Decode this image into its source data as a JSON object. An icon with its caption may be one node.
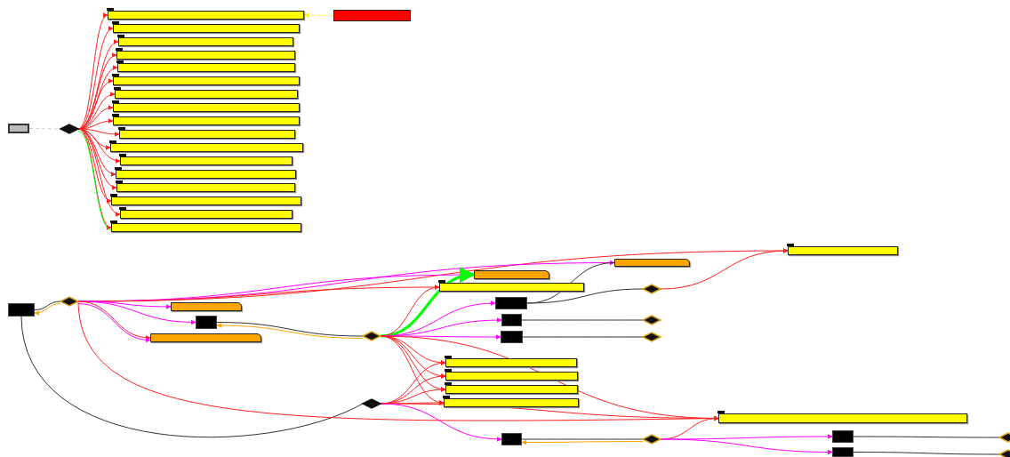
{
  "diagram": {
    "nodes": [
      {
        "text": [],
        "shape": "box"
      },
      {
        "text": [],
        "shape": "diamond"
      },
      {
        "text": [],
        "shape": "box"
      },
      {
        "text": [],
        "shape": "box"
      },
      {
        "text": [],
        "shape": "box"
      },
      {
        "text": [],
        "shape": "box"
      },
      {
        "text": [],
        "shape": "box"
      },
      {
        "text": [],
        "shape": "box"
      },
      {
        "text": [],
        "shape": "box"
      },
      {
        "text": [],
        "shape": "box"
      },
      {
        "text": [],
        "shape": "box"
      },
      {
        "text": [],
        "shape": "box"
      },
      {
        "text": [],
        "shape": "box"
      },
      {
        "text": [],
        "shape": "box"
      },
      {
        "text": [],
        "shape": "box"
      },
      {
        "text": [],
        "shape": "box"
      },
      {
        "text": [],
        "shape": "box"
      },
      {
        "text": [],
        "shape": "box"
      },
      {
        "text": [],
        "shape": "box"
      },
      {
        "text": [],
        "shape": "box"
      },
      {
        "text": [],
        "shape": "box"
      },
      {
        "text": [],
        "shape": "diamond"
      },
      {
        "text": [],
        "shape": "box"
      },
      {
        "text": [],
        "shape": "box"
      },
      {
        "text": [],
        "shape": "box"
      },
      {
        "text": [],
        "shape": "diamond"
      },
      {
        "text": [],
        "shape": "box"
      },
      {
        "text": [],
        "shape": "box"
      },
      {
        "text": [],
        "shape": "box"
      },
      {
        "text": [],
        "shape": "box"
      },
      {
        "text": [],
        "shape": "box"
      },
      {
        "text": [],
        "shape": "box"
      },
      {
        "text": [],
        "shape": "box"
      },
      {
        "text": [],
        "shape": "diamond"
      },
      {
        "text": [],
        "shape": "diamond"
      },
      {
        "text": [],
        "shape": "diamond"
      },
      {
        "text": [],
        "shape": "box"
      },
      {
        "text": [],
        "shape": "box"
      },
      {
        "text": [],
        "shape": "box"
      },
      {
        "text": [],
        "shape": "box"
      },
      {
        "text": [],
        "shape": "diamond"
      },
      {
        "text": [],
        "shape": "box"
      },
      {
        "text": [],
        "shape": "box"
      },
      {
        "text": [],
        "shape": "diamond"
      },
      {
        "text": [],
        "shape": "box"
      },
      {
        "text": [],
        "shape": "box"
      },
      {
        "text": [],
        "shape": "diamond"
      },
      {
        "text": [],
        "shape": "diamond"
      }
    ],
    "edges": [
      {
        "from": 0,
        "to": 1,
        "arrow": "none",
        "style": "dashed",
        "color": "#cccccc"
      },
      {
        "from": 1,
        "to": 2,
        "arrow": "to"
      },
      {
        "from": 1,
        "to": 3,
        "arrow": "to"
      },
      {
        "from": 1,
        "to": 4,
        "arrow": "to"
      },
      {
        "from": 1,
        "to": 5,
        "arrow": "to"
      },
      {
        "from": 1,
        "to": 6,
        "arrow": "to"
      },
      {
        "from": 1,
        "to": 7,
        "arrow": "to"
      },
      {
        "from": 1,
        "to": 8,
        "arrow": "to"
      },
      {
        "from": 1,
        "to": 9,
        "arrow": "to"
      },
      {
        "from": 1,
        "to": 10,
        "arrow": "to"
      },
      {
        "from": 1,
        "to": 11,
        "arrow": "to"
      },
      {
        "from": 1,
        "to": 12,
        "arrow": "to"
      },
      {
        "from": 1,
        "to": 13,
        "arrow": "to"
      },
      {
        "from": 1,
        "to": 14,
        "arrow": "to"
      },
      {
        "from": 1,
        "to": 15,
        "arrow": "to"
      },
      {
        "from": 1,
        "to": 16,
        "arrow": "to"
      },
      {
        "from": 1,
        "to": 17,
        "arrow": "to"
      },
      {
        "from": 1,
        "to": 18,
        "arrow": "to"
      },
      {
        "from": 1,
        "to": 18,
        "arrow": "none",
        "color": "#00ff00"
      },
      {
        "from": 19,
        "to": 2,
        "arrow": "to",
        "style": "dashed",
        "color": "#ffff00"
      },
      {
        "from": 20,
        "to": 21,
        "arrow": "none",
        "color": "#333333"
      },
      {
        "from": 21,
        "to": 20,
        "arrow": "to",
        "color": "#ffa500"
      },
      {
        "from": 20,
        "to": 40,
        "arrow": "none",
        "color": "#333333"
      },
      {
        "from": 21,
        "to": 32,
        "arrow": "to"
      },
      {
        "from": 21,
        "to": 31,
        "arrow": "to",
        "color": "#ff00ff"
      },
      {
        "from": 21,
        "to": 26,
        "arrow": "to",
        "color": "#ff00ff"
      },
      {
        "from": 21,
        "to": 27,
        "arrow": "to"
      },
      {
        "from": 21,
        "to": 22,
        "arrow": "to",
        "color": "#ff00ff"
      },
      {
        "from": 21,
        "to": 23,
        "arrow": "to",
        "color": "#ff00ff"
      },
      {
        "from": 21,
        "to": 24,
        "arrow": "to"
      },
      {
        "from": 21,
        "to": 24,
        "arrow": "to",
        "color": "#ff00ff"
      },
      {
        "from": 21,
        "to": 41,
        "arrow": "to"
      },
      {
        "from": 23,
        "to": 25,
        "arrow": "none",
        "color": "#333333"
      },
      {
        "from": 25,
        "to": 23,
        "arrow": "to",
        "color": "#ffa500"
      },
      {
        "from": 25,
        "to": 26,
        "arrow": "to",
        "style": "thick",
        "color": "#00ff00"
      },
      {
        "from": 25,
        "to": 27,
        "arrow": "to"
      },
      {
        "from": 25,
        "to": 28,
        "arrow": "to",
        "color": "#ff00ff"
      },
      {
        "from": 25,
        "to": 29,
        "arrow": "to",
        "color": "#ff00ff"
      },
      {
        "from": 25,
        "to": 30,
        "arrow": "to",
        "color": "#ff00ff"
      },
      {
        "from": 25,
        "to": 36,
        "arrow": "to"
      },
      {
        "from": 25,
        "to": 37,
        "arrow": "to"
      },
      {
        "from": 25,
        "to": 38,
        "arrow": "to"
      },
      {
        "from": 25,
        "to": 39,
        "arrow": "to"
      },
      {
        "from": 25,
        "to": 41,
        "arrow": "to"
      },
      {
        "from": 28,
        "to": 33,
        "arrow": "none",
        "color": "#333333"
      },
      {
        "from": 28,
        "to": 31,
        "arrow": "none",
        "color": "#333333"
      },
      {
        "from": 33,
        "to": 32,
        "arrow": "to"
      },
      {
        "from": 29,
        "to": 34,
        "arrow": "none",
        "color": "#333333"
      },
      {
        "from": 30,
        "to": 35,
        "arrow": "none",
        "color": "#333333"
      },
      {
        "from": 40,
        "to": 36,
        "arrow": "to"
      },
      {
        "from": 40,
        "to": 37,
        "arrow": "to"
      },
      {
        "from": 40,
        "to": 38,
        "arrow": "to"
      },
      {
        "from": 40,
        "to": 39,
        "arrow": "to"
      },
      {
        "from": 40,
        "to": 41,
        "arrow": "to"
      },
      {
        "from": 40,
        "to": 42,
        "arrow": "to",
        "color": "#ff00ff"
      },
      {
        "from": 42,
        "to": 43,
        "arrow": "none",
        "color": "#333333"
      },
      {
        "from": 43,
        "to": 42,
        "arrow": "to",
        "color": "#ffa500"
      },
      {
        "from": 43,
        "to": 41,
        "arrow": "to"
      },
      {
        "from": 43,
        "to": 44,
        "arrow": "to",
        "color": "#ff00ff"
      },
      {
        "from": 43,
        "to": 45,
        "arrow": "to",
        "color": "#ff00ff"
      },
      {
        "from": 44,
        "to": 46,
        "arrow": "none",
        "color": "#333333"
      },
      {
        "from": 45,
        "to": 47,
        "arrow": "none",
        "color": "#333333"
      }
    ]
  }
}
